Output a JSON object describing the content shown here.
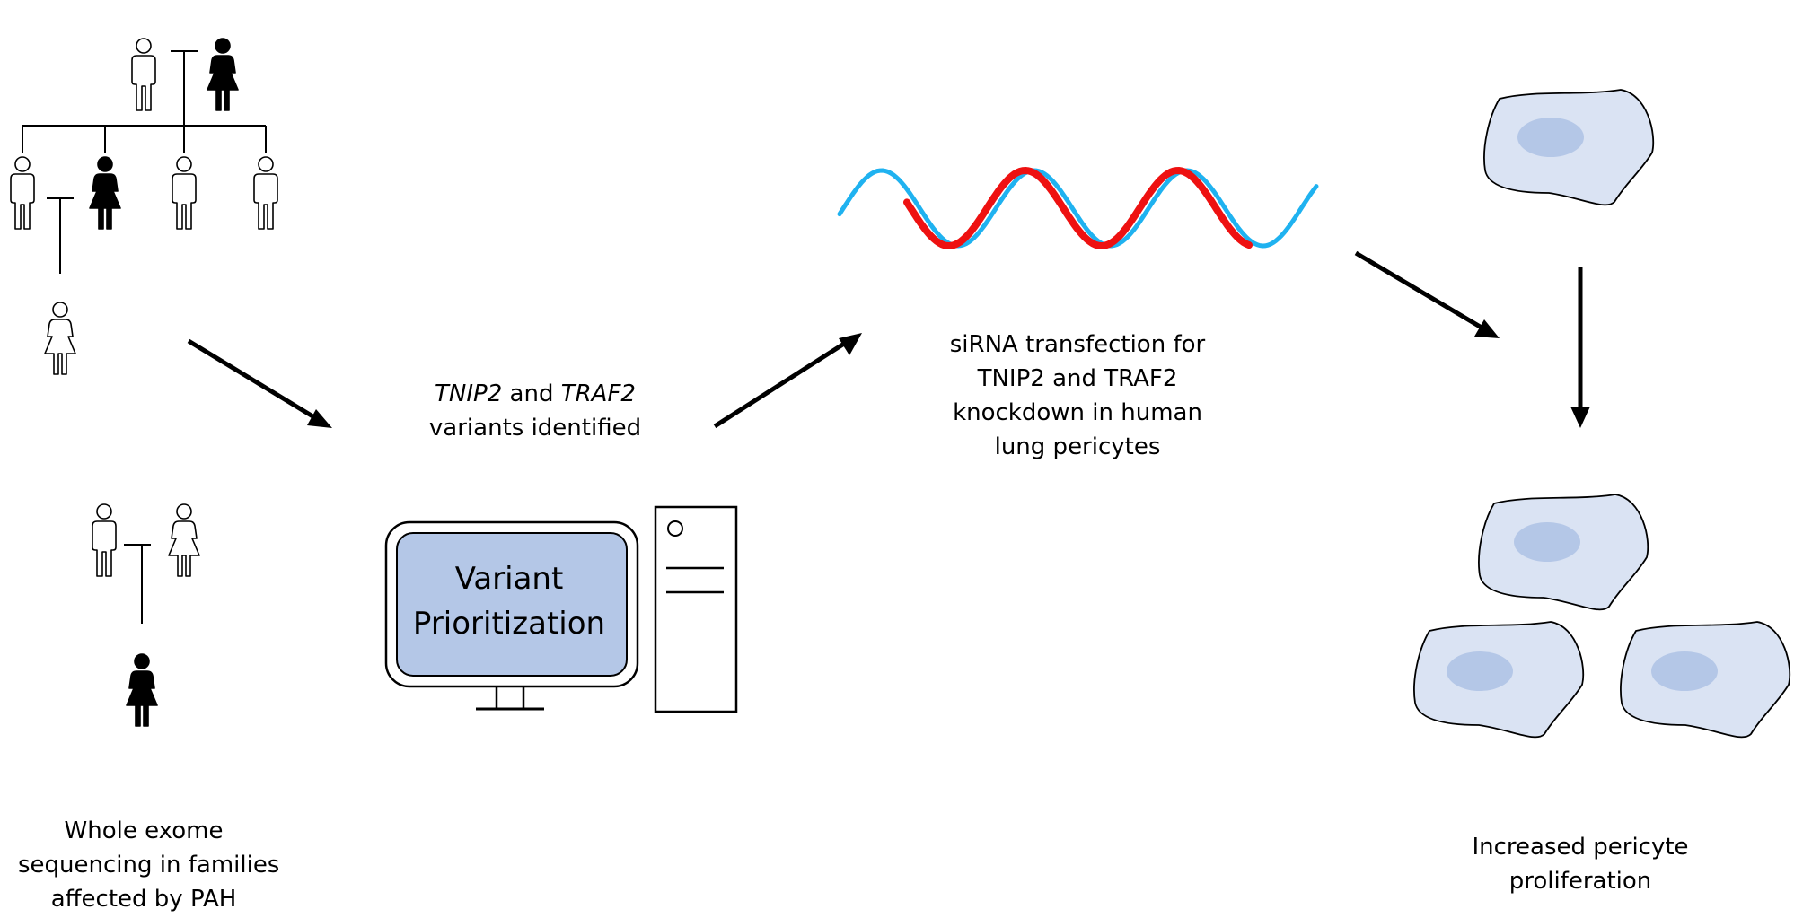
{
  "labels": {
    "wes": [
      "Whole exome",
      "sequencing in families",
      "affected by PAH"
    ],
    "variants": {
      "gene1": "TNIP2",
      "connector": " and ",
      "gene2": "TRAF2",
      "line2": "variants identified"
    },
    "sirna": [
      "siRNA transfection for",
      "TNIP2 and TRAF2",
      "knockdown in human",
      "lung pericytes"
    ],
    "prolif": [
      "Increased pericyte",
      "proliferation"
    ]
  },
  "computer": {
    "screen_text": [
      "Variant",
      "Prioritization"
    ]
  },
  "colors": {
    "screen_fill": "#b4c7e7",
    "cell_fill": "#dae3f3",
    "nucleus_fill": "#b4c7e7",
    "helix_blue": "#1fb2f0",
    "helix_red": "#ee1111",
    "affected_fill": "#000000",
    "unaffected_fill": "#ffffff"
  }
}
